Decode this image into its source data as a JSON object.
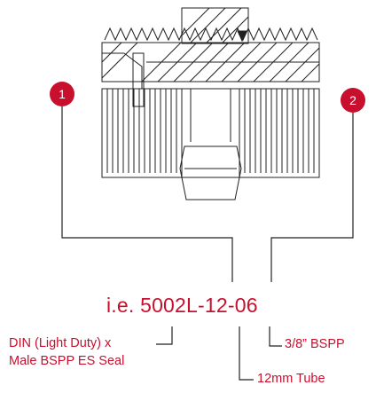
{
  "badges": [
    "1",
    "2"
  ],
  "part_number": "i.e. 5002L-12-06",
  "callouts": {
    "left_line1": "DIN (Light Duty) x",
    "left_line2": "Male BSPP ES Seal",
    "right": "3/8” BSPP",
    "bottom": "12mm Tube"
  },
  "colors": {
    "accent": "#c8102e",
    "leader": "#222222",
    "drawing": "#222222"
  }
}
